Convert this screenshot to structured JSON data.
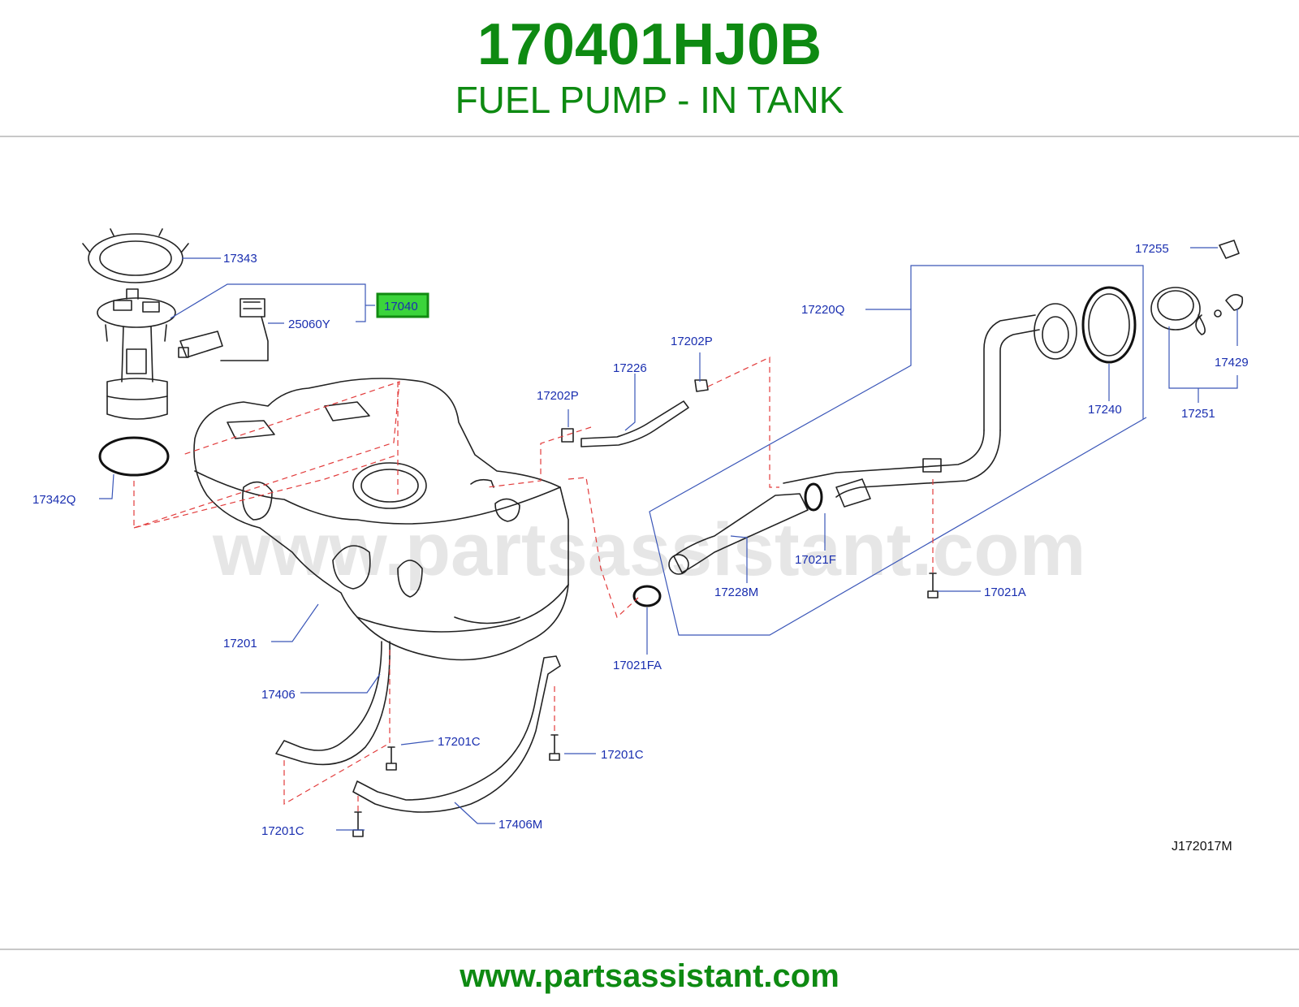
{
  "header": {
    "part_number": "170401HJ0B",
    "part_title": "FUEL PUMP - IN TANK"
  },
  "watermark": "www.partsassistant.com",
  "diagram": {
    "reference_code": "J172017M",
    "highlighted_part": "17040",
    "labels": {
      "p17343": "17343",
      "p17040": "17040",
      "p25060Y": "25060Y",
      "p17342Q": "17342Q",
      "p17201": "17201",
      "p17406": "17406",
      "p17201C_a": "17201C",
      "p17201C_b": "17201C",
      "p17201C_c": "17201C",
      "p17406M": "17406M",
      "p17202P_a": "17202P",
      "p17226": "17226",
      "p17202P_b": "17202P",
      "p17220Q": "17220Q",
      "p17021F": "17021F",
      "p17228M": "17228M",
      "p17021FA": "17021FA",
      "p17021A": "17021A",
      "p17255": "17255",
      "p17240": "17240",
      "p17429": "17429",
      "p17251": "17251"
    }
  },
  "footer": {
    "url": "www.partsassistant.com"
  },
  "colors": {
    "brand_green": "#0e8a12",
    "label_blue": "#1a2fb0",
    "callout_red": "#e23b3b",
    "highlight_green": "#3bd43b"
  }
}
